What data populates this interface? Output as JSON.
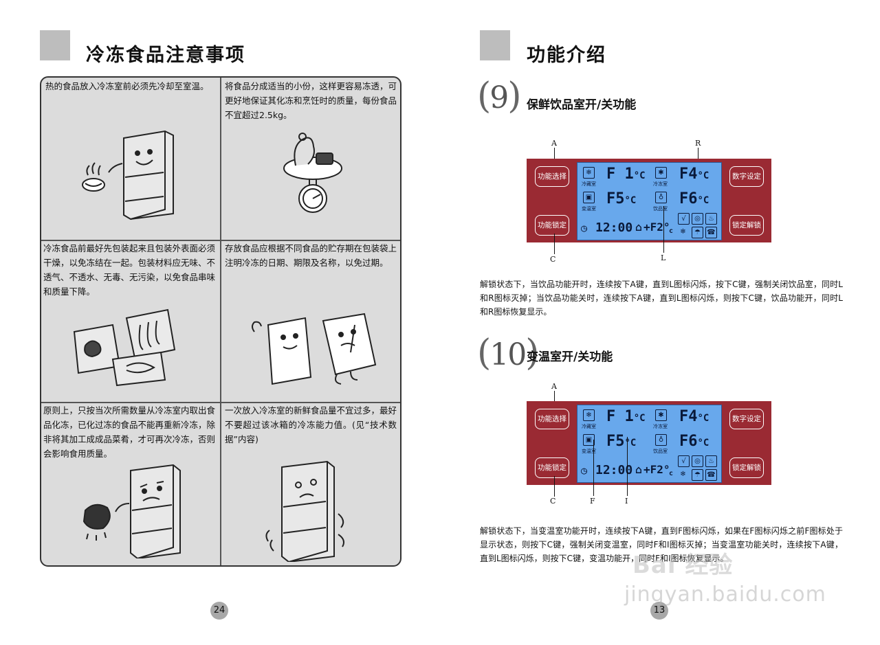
{
  "left_page": {
    "title": "冷冻食品注意事项",
    "cells": [
      "热的食品放入冷冻室前必须先冷却至室温。",
      "将食品分成适当的小份，这样更容易冻透，可更好地保证其化冻和烹饪时的质量，每份食品不宜超过2.5kg。",
      "冷冻食品前最好先包装起来且包装外表面必须干燥，以免冻结在一起。包装材料应无味、不透气、不透水、无毒、无污染，以免食品串味和质量下降。",
      "存放食品应根据不同食品的贮存期在包装袋上注明冷冻的日期、期限及名称，以免过期。",
      "原则上，只按当次所需数量从冷冻室内取出食品化冻，已化过冻的食品不能再重新冷冻，除非将其加工成成品菜肴，才可再次冷冻，否则会影响食用质量。",
      "一次放入冷冻室的新鲜食品量不宜过多，最好不要超过该冰箱的冷冻能力值。(见“技术数据”内容)"
    ],
    "page_number": "24"
  },
  "right_page": {
    "title": "功能介绍",
    "sections": [
      {
        "number": "9",
        "title": "保鲜饮品室开/关功能",
        "letters": {
          "top_left": "A",
          "top_right": "R",
          "bottom_left": "C",
          "bottom_mid": "L"
        },
        "description": "解锁状态下，当饮品功能开时，连续按下A键，直到L图标闪烁，按下C键，强制关闭饮品室，同时L和R图标灭掉；当饮品功能关时，连续按下A键，直到L图标闪烁，则按下C键，饮品功能开，同时L和R图标恢复显示。"
      },
      {
        "number": "10",
        "title": "变温室开/关功能",
        "letters": {
          "top_left": "A",
          "bottom_left": "C",
          "bottom_mid1": "F",
          "bottom_mid2": "I"
        },
        "description": "解锁状态下，当变温室功能开时，连续按下A键，直到F图标闪烁，如果在F图标闪烁之前F图标处于显示状态，则按下C键，强制关闭变温室，同时F和I图标灭掉；当变温室功能关时，连续按下A键，直到L图标闪烁，则按下C键，变温功能开，同时F和I图标恢复显示。"
      }
    ],
    "panel": {
      "btn_func_select": "功能选择",
      "btn_func_lock": "功能锁定",
      "btn_digit_set": "数字设定",
      "btn_lock_unlock": "锁定解锁",
      "f1": "F 1",
      "f4": "F4",
      "f5": "F5",
      "f6": "F6",
      "deg": "°C",
      "time": "12:00",
      "f2": "+F2°",
      "c_small": "c",
      "lab_cold": "冷藏室",
      "lab_freeze": "冷冻室",
      "lab_var": "变温室",
      "lab_drink": "饮品室"
    },
    "page_number": "13"
  },
  "watermark": {
    "brand": "Bai 经验",
    "url": "jingyan.baidu.com"
  }
}
